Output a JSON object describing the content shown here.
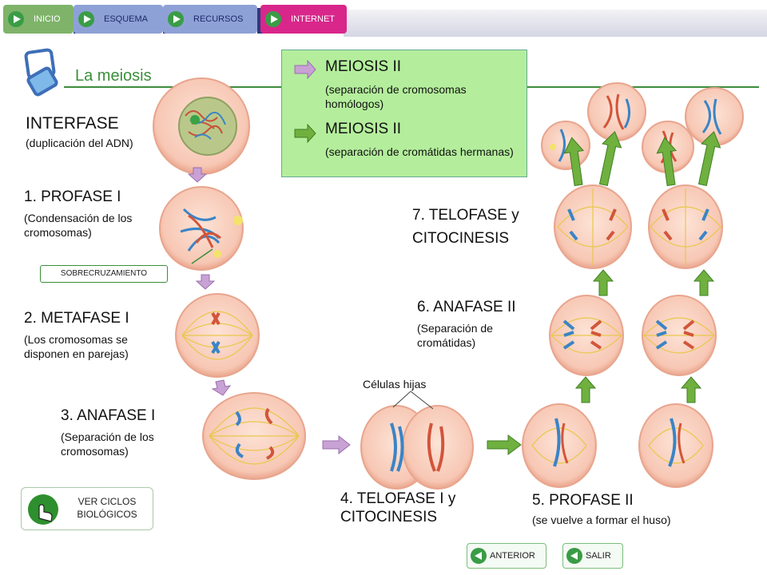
{
  "nav": {
    "inicio": "INICIO",
    "esquema": "ESQUEMA",
    "recursos": "RECURSOS",
    "internet": "INTERNET"
  },
  "page": {
    "title": "La meiosis"
  },
  "legend": {
    "item1_title": "MEIOSIS II",
    "item1_desc": "(separación de cromosomas homólogos)",
    "item2_title": "MEIOSIS II",
    "item2_desc": "(separación de cromátidas hermanas)"
  },
  "stages": {
    "interfase_title": "INTERFASE",
    "interfase_desc": "(duplicación del ADN)",
    "profase1_title": "1. PROFASE I",
    "profase1_desc": "(Condensación de los cromosomas)",
    "sobrecruzamiento": "SOBRECRUZAMIENTO",
    "metafase1_title": "2. METAFASE I",
    "metafase1_desc": "(Los cromosomas se disponen en parejas)",
    "anafase1_title": "3. ANAFASE I",
    "anafase1_desc": "(Separación de los cromosomas)",
    "celulas_hijas": "Células hijas",
    "telofase1_title": "4. TELOFASE I  y CITOCINESIS",
    "profase2_title": "5. PROFASE II",
    "profase2_desc": "(se vuelve a formar el huso)",
    "anafase2_title": "6. ANAFASE II",
    "anafase2_desc": "(Separación de cromátidas)",
    "telofase2_title": "7. TELOFASE y CITOCINESIS"
  },
  "buttons": {
    "ver_ciclos": "VER CICLOS BIOLÓGICOS",
    "anterior": "ANTERIOR",
    "salir": "SALIR"
  },
  "colors": {
    "cell_fill": "#f7c9b8",
    "cell_border": "#e8a58e",
    "legend_bg": "#b4ee9c",
    "title_green": "#3a8f3a",
    "arrow_pink": "#c8a2d4",
    "arrow_green": "#5fa33a",
    "chrom_blue": "#3a84c6",
    "chrom_red": "#d2553a"
  }
}
